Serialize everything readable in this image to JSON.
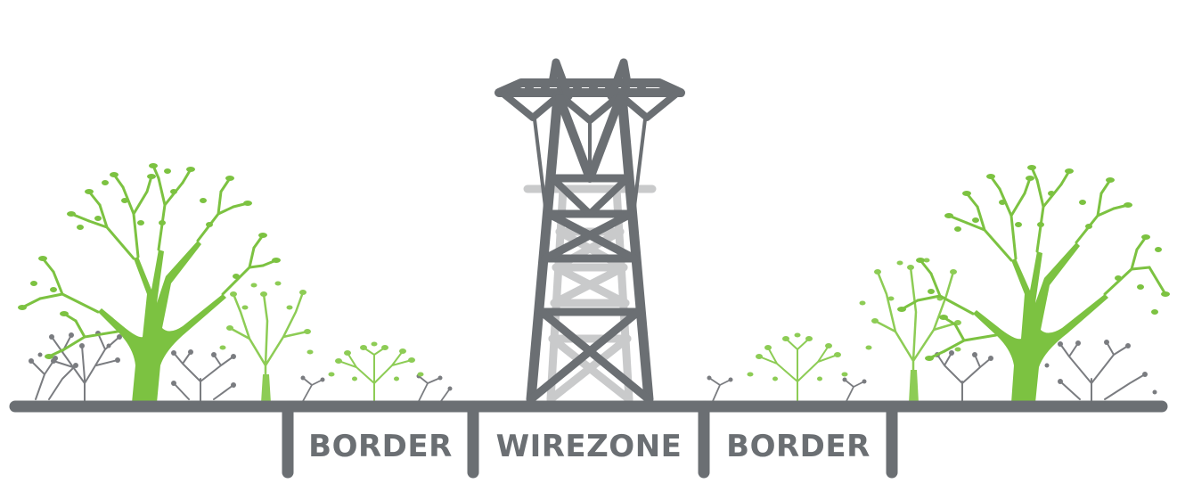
{
  "zones": {
    "left_border_label": "BORDER",
    "wirezone_label": "WIREZONE",
    "right_border_label": "BORDER"
  },
  "colors": {
    "structure": "#6b6f73",
    "tower_shadow": "#c9cacb",
    "tree_green": "#7cc241",
    "shrub_green": "#8dcc55",
    "shrub_gray": "#7a7c80",
    "background": "#ffffff"
  }
}
